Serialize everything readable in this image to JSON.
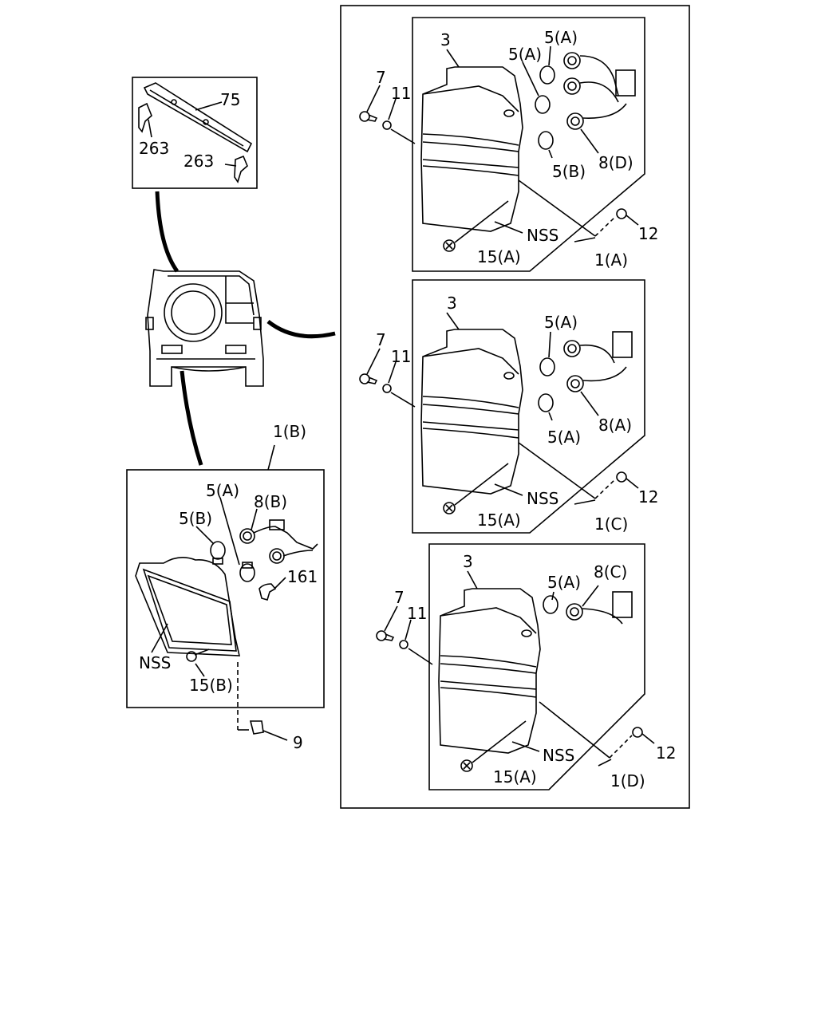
{
  "labels": {
    "p75": "75",
    "p263a": "263",
    "p263b": "263",
    "p1b": "1(B)",
    "p5a_left": "5(A)",
    "p8b": "8(B)",
    "p5b_left": "5(B)",
    "p161": "161",
    "nss_left": "NSS",
    "p15b": "15(B)",
    "p9": "9",
    "a_3": "3",
    "a_5a_top": "5(A)",
    "a_5a_mid": "5(A)",
    "a_7": "7",
    "a_11": "11",
    "a_5b": "5(B)",
    "a_8d": "8(D)",
    "a_nss": "NSS",
    "a_12": "12",
    "a_15a": "15(A)",
    "a_1a": "1(A)",
    "c_3": "3",
    "c_5a_top": "5(A)",
    "c_7": "7",
    "c_11": "11",
    "c_5a_bot": "5(A)",
    "c_8a": "8(A)",
    "c_nss": "NSS",
    "c_12": "12",
    "c_15a": "15(A)",
    "c_1c": "1(C)",
    "d_3": "3",
    "d_5a": "5(A)",
    "d_8c": "8(C)",
    "d_7": "7",
    "d_11": "11",
    "d_nss": "NSS",
    "d_12": "12",
    "d_15a": "15(A)",
    "d_1d": "1(D)"
  }
}
